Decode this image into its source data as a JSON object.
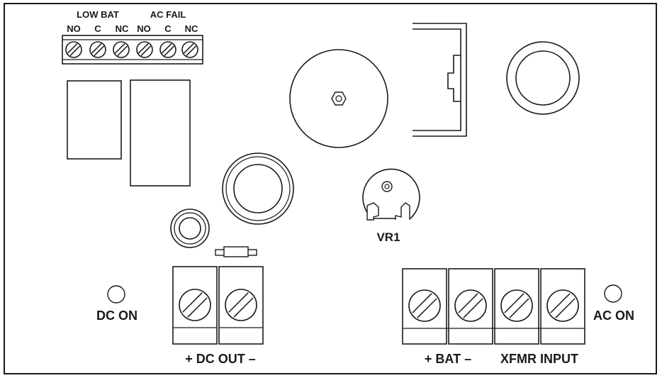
{
  "terminal_groups": {
    "low_bat": {
      "title": "LOW BAT",
      "terminals": [
        "NO",
        "C",
        "NC"
      ]
    },
    "ac_fail": {
      "title": "AC FAIL",
      "terminals": [
        "NO",
        "C",
        "NC"
      ]
    }
  },
  "labels": {
    "vr1": "VR1",
    "dc_on": "DC ON",
    "ac_on": "AC ON",
    "dc_out": "+ DC OUT –",
    "bat": "+ BAT –",
    "xfmr_input": "XFMR INPUT"
  }
}
